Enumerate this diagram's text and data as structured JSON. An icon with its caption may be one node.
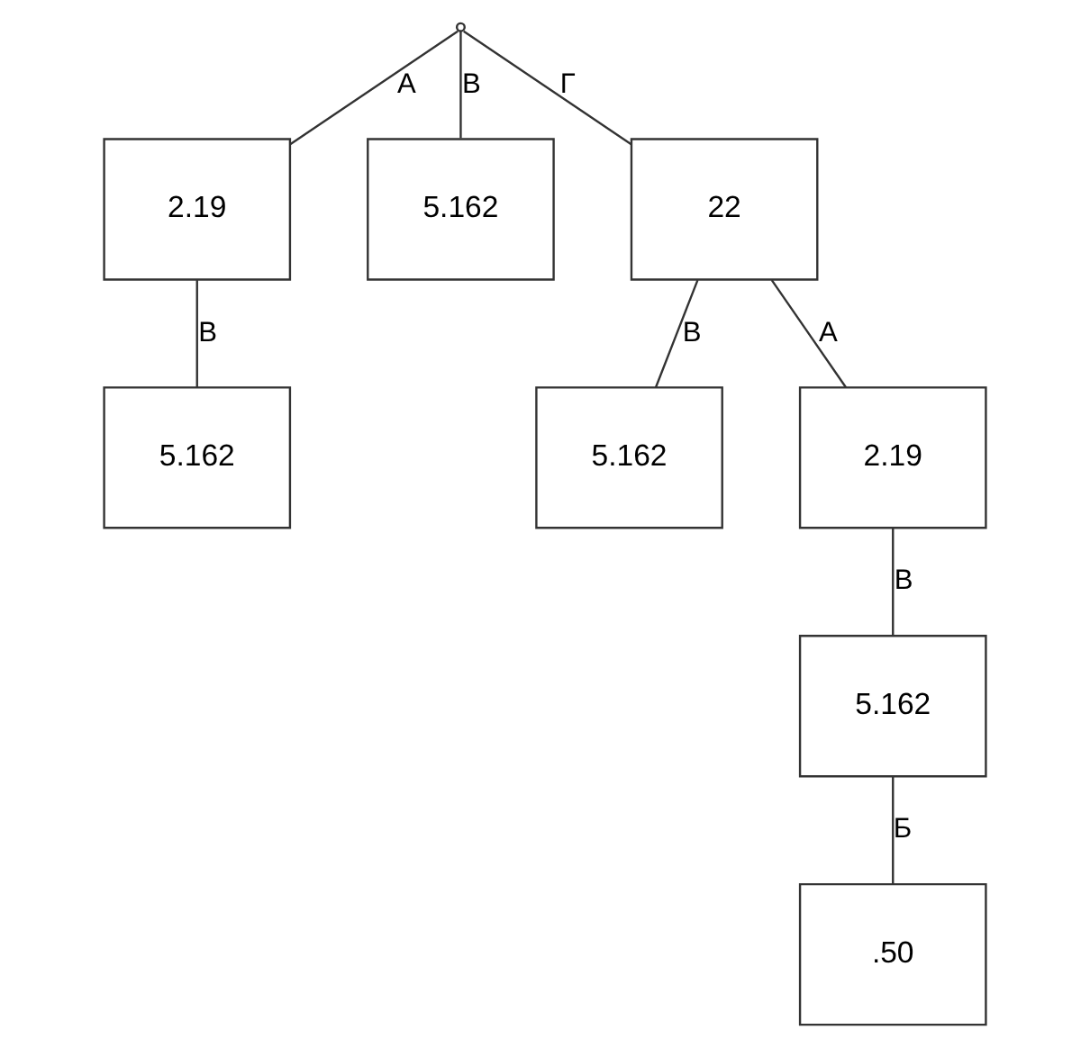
{
  "diagram": {
    "nodes": [
      {
        "text": [],
        "shape": "point"
      },
      {
        "text": [
          "2.19"
        ]
      },
      {
        "text": [
          "5.162"
        ]
      },
      {
        "text": [
          "22"
        ]
      },
      {
        "text": [
          "5.162"
        ]
      },
      {
        "text": [
          "5.162"
        ]
      },
      {
        "text": [
          "2.19"
        ]
      },
      {
        "text": [
          "5.162"
        ]
      },
      {
        "text": [
          ".50"
        ]
      }
    ],
    "edges": [
      {
        "from": 0,
        "to": 1,
        "arrow": "none",
        "label": "А"
      },
      {
        "from": 0,
        "to": 2,
        "arrow": "none",
        "label": "В"
      },
      {
        "from": 0,
        "to": 3,
        "arrow": "none",
        "label": "Г"
      },
      {
        "from": 1,
        "to": 5,
        "arrow": "none",
        "label": "В"
      },
      {
        "from": 3,
        "to": 6,
        "arrow": "none",
        "label": "А"
      },
      {
        "from": 3,
        "to": 4,
        "arrow": "none",
        "label": "В"
      },
      {
        "from": 6,
        "to": 7,
        "arrow": "none",
        "label": "В"
      },
      {
        "from": 7,
        "to": 8,
        "arrow": "none",
        "label": "Б"
      }
    ]
  }
}
